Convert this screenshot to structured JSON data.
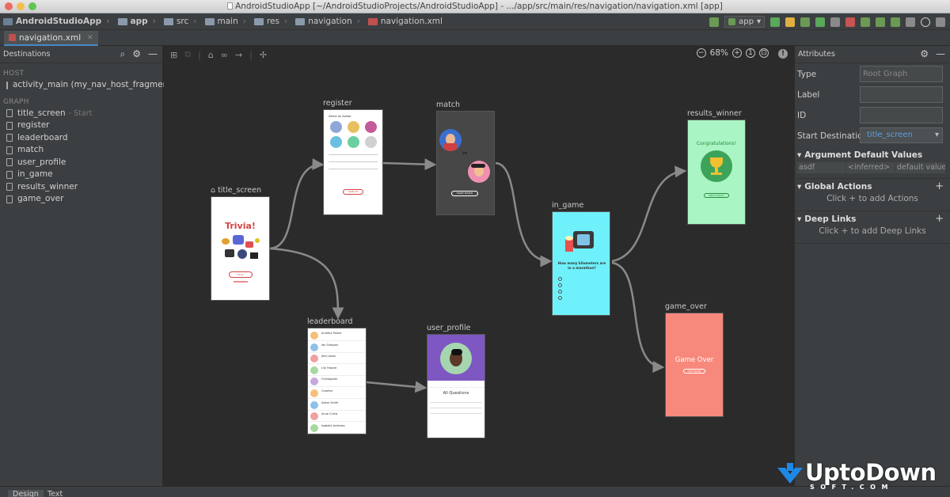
{
  "window": {
    "title": "AndroidStudioApp [~/AndroidStudioProjects/AndroidStudioApp] - .../app/src/main/res/navigation/navigation.xml [app]"
  },
  "breadcrumbs": [
    "AndroidStudioApp",
    "app",
    "src",
    "main",
    "res",
    "navigation",
    "navigation.xml"
  ],
  "run_config": "app",
  "editor_tab": "navigation.xml",
  "destinations_panel": {
    "title": "Destinations",
    "host_header": "HOST",
    "host_item": "activity_main (my_nav_host_fragment)",
    "graph_header": "GRAPH",
    "items": [
      "title_screen",
      "register",
      "leaderboard",
      "match",
      "user_profile",
      "in_game",
      "results_winner",
      "game_over"
    ],
    "start_tag": "- Start"
  },
  "canvas": {
    "zoom": "68%"
  },
  "nodes": {
    "title_screen": {
      "label": "title_screen",
      "heading": "Trivia!",
      "button": "PLAY"
    },
    "register": {
      "label": "register",
      "heading": "Select an Avatar",
      "button": "SIGN UP"
    },
    "match": {
      "label": "match",
      "vs": "vs",
      "button": "START MATCH"
    },
    "leaderboard": {
      "label": "leaderboard",
      "entries": [
        "Ariadna Parker",
        "Ian Simpson",
        "Jane Jones",
        "Lily Hoover",
        "Christopher",
        "Caroline",
        "Adam Smith",
        "Anne Curtis",
        "Isabelle Andrews"
      ]
    },
    "user_profile": {
      "label": "user_profile",
      "card_title": "All Questions"
    },
    "in_game": {
      "label": "in_game",
      "question": "How many kilometers are in a marathon?"
    },
    "results_winner": {
      "label": "results_winner",
      "heading": "Congratulations!",
      "button": "NEXT MATCH"
    },
    "game_over": {
      "label": "game_over",
      "heading": "Game Over",
      "button": "TRY AGAIN"
    }
  },
  "attributes_panel": {
    "title": "Attributes",
    "type_label": "Type",
    "type_value": "Root Graph",
    "label_label": "Label",
    "label_value": "",
    "id_label": "ID",
    "id_value": "",
    "start_label": "Start Destination",
    "start_value": "title_screen",
    "args_title": "Argument Default Values",
    "args_row": [
      "asdf",
      "<inferred>",
      "default value"
    ],
    "global_title": "Global Actions",
    "global_hint": "Click + to add Actions",
    "deep_title": "Deep Links",
    "deep_hint": "Click + to add Deep Links"
  },
  "bottom_tabs": [
    "Design",
    "Text"
  ],
  "watermark": {
    "brand": "UptoDown",
    "sub": "SOFT.COM"
  }
}
